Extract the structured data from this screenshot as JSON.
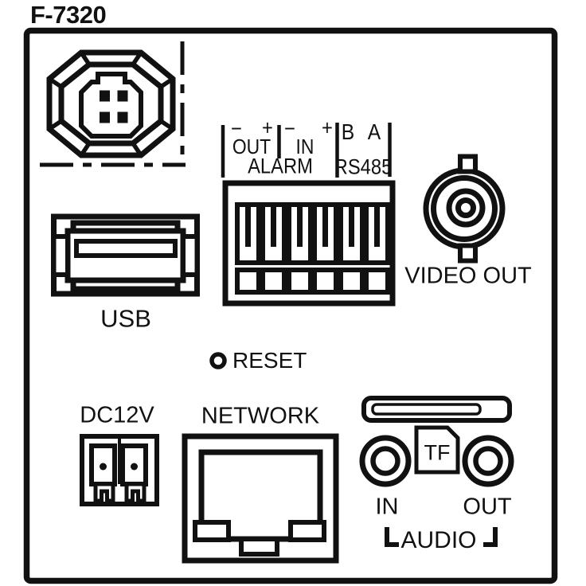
{
  "title": "F-7320",
  "colors": {
    "ink": "#111111",
    "bg": "#ffffff"
  },
  "alarm": {
    "out_minus": "−",
    "out_plus": "+",
    "in_minus": "−",
    "in_plus": "+",
    "out": "OUT",
    "in": "IN",
    "name": "ALARM",
    "b": "B",
    "a": "A",
    "rs485": "RS485"
  },
  "labels": {
    "usb": "USB",
    "video_out": "VIDEO OUT",
    "reset": "RESET",
    "dc12v": "DC12V",
    "network": "NETWORK",
    "tf": "TF",
    "audio_in": "IN",
    "audio_out": "OUT",
    "audio": "AUDIO"
  }
}
